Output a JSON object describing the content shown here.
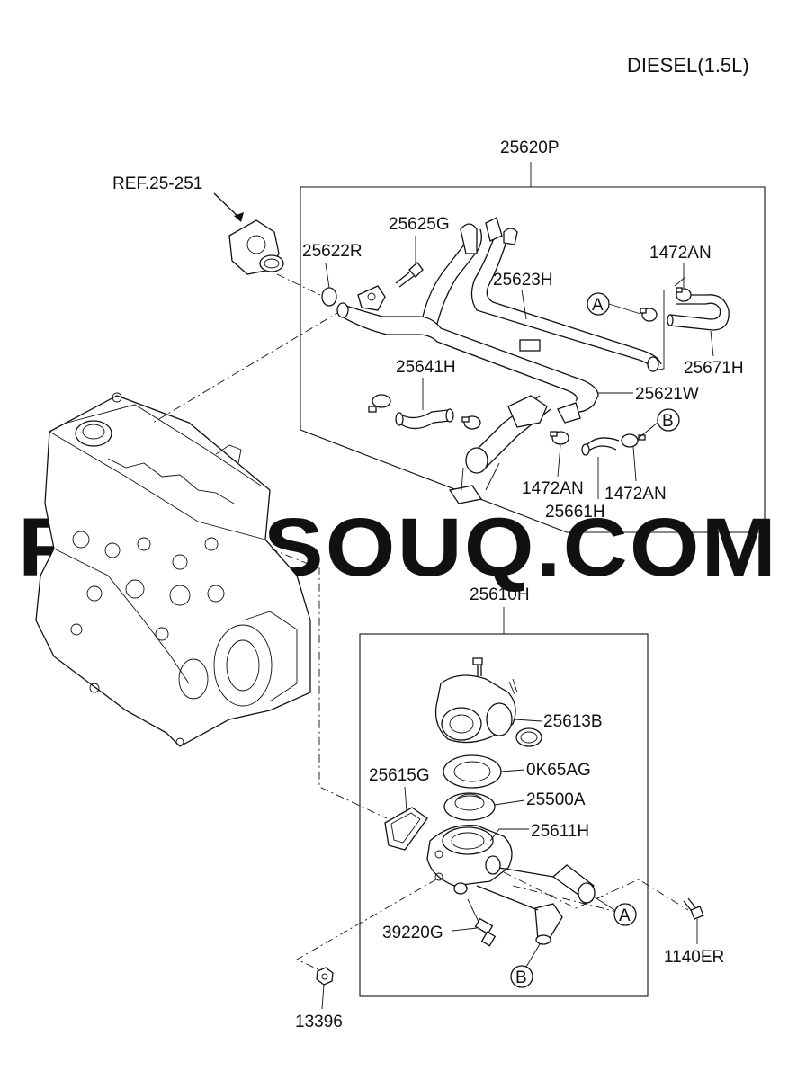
{
  "diagram": {
    "title": "DIESEL(1.5L)",
    "watermark": "PARTSOUQ.COM",
    "ref_label": "REF.25-251",
    "assembly_upper": "25620P",
    "assembly_lower": "25610H",
    "parts": {
      "p25622R": "25622R",
      "p25625G": "25625G",
      "p25623H": "25623H",
      "p1472AN_top": "1472AN",
      "p25671H": "25671H",
      "p25641H": "25641H",
      "p25621W": "25621W",
      "p1472AN_mid": "1472AN",
      "p1472AN_right": "1472AN",
      "p25661H": "25661H",
      "p25613B": "25613B",
      "p0K65AG": "0K65AG",
      "p25615G": "25615G",
      "p25500A": "25500A",
      "p25611H": "25611H",
      "p39220G": "39220G",
      "p1140ER": "1140ER",
      "p13396": "13396"
    },
    "callouts": {
      "a_upper": "A",
      "b_upper": "B",
      "a_lower": "A",
      "b_lower": "B"
    }
  }
}
